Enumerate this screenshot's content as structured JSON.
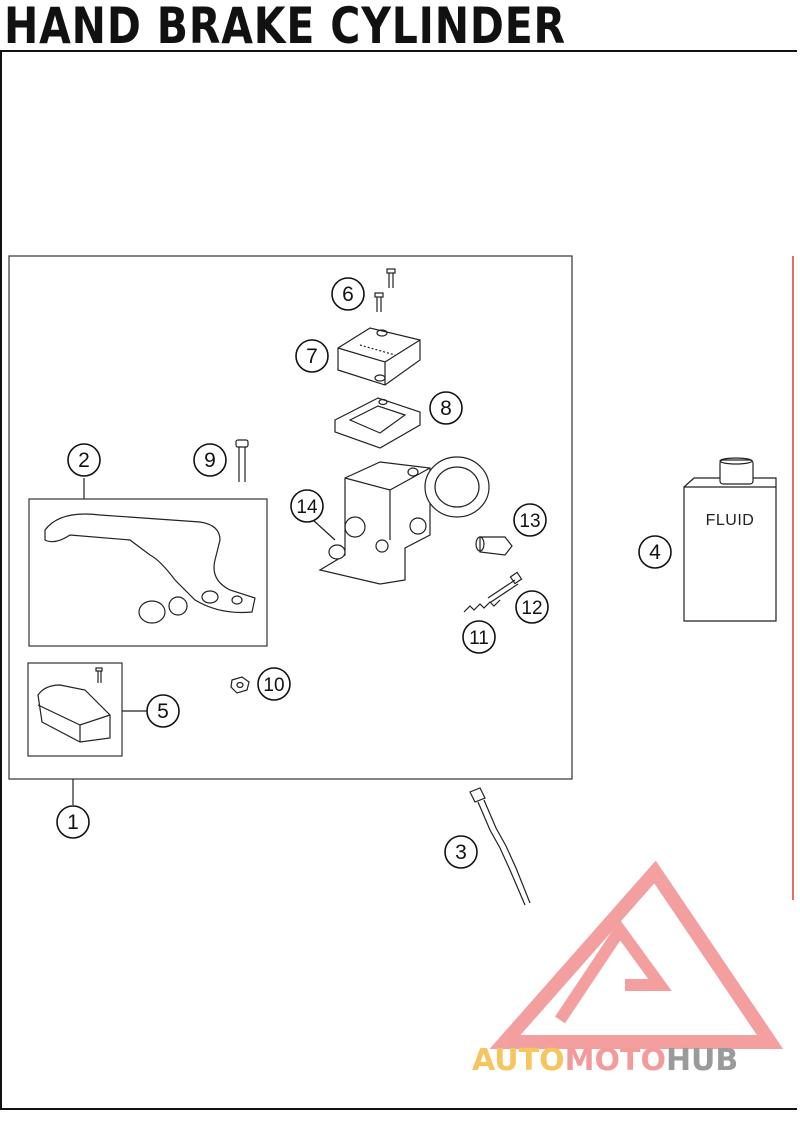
{
  "title": "HAND BRAKE CYLINDER",
  "parts": [
    {
      "number": "1"
    },
    {
      "number": "2"
    },
    {
      "number": "3"
    },
    {
      "number": "4"
    },
    {
      "number": "5"
    },
    {
      "number": "6"
    },
    {
      "number": "7"
    },
    {
      "number": "8"
    },
    {
      "number": "9"
    },
    {
      "number": "10"
    },
    {
      "number": "11"
    },
    {
      "number": "12"
    },
    {
      "number": "13"
    },
    {
      "number": "14"
    }
  ],
  "fluid_label": "FLUID",
  "watermark": {
    "segments": [
      "AUTO",
      "MOTO",
      "HUB"
    ],
    "colors": {
      "auto": "#f5c55f",
      "moto": "#f49a9a",
      "hub": "#9a9a9a",
      "logo": "#f08080"
    }
  },
  "accent_line_color": "#e03a3a"
}
